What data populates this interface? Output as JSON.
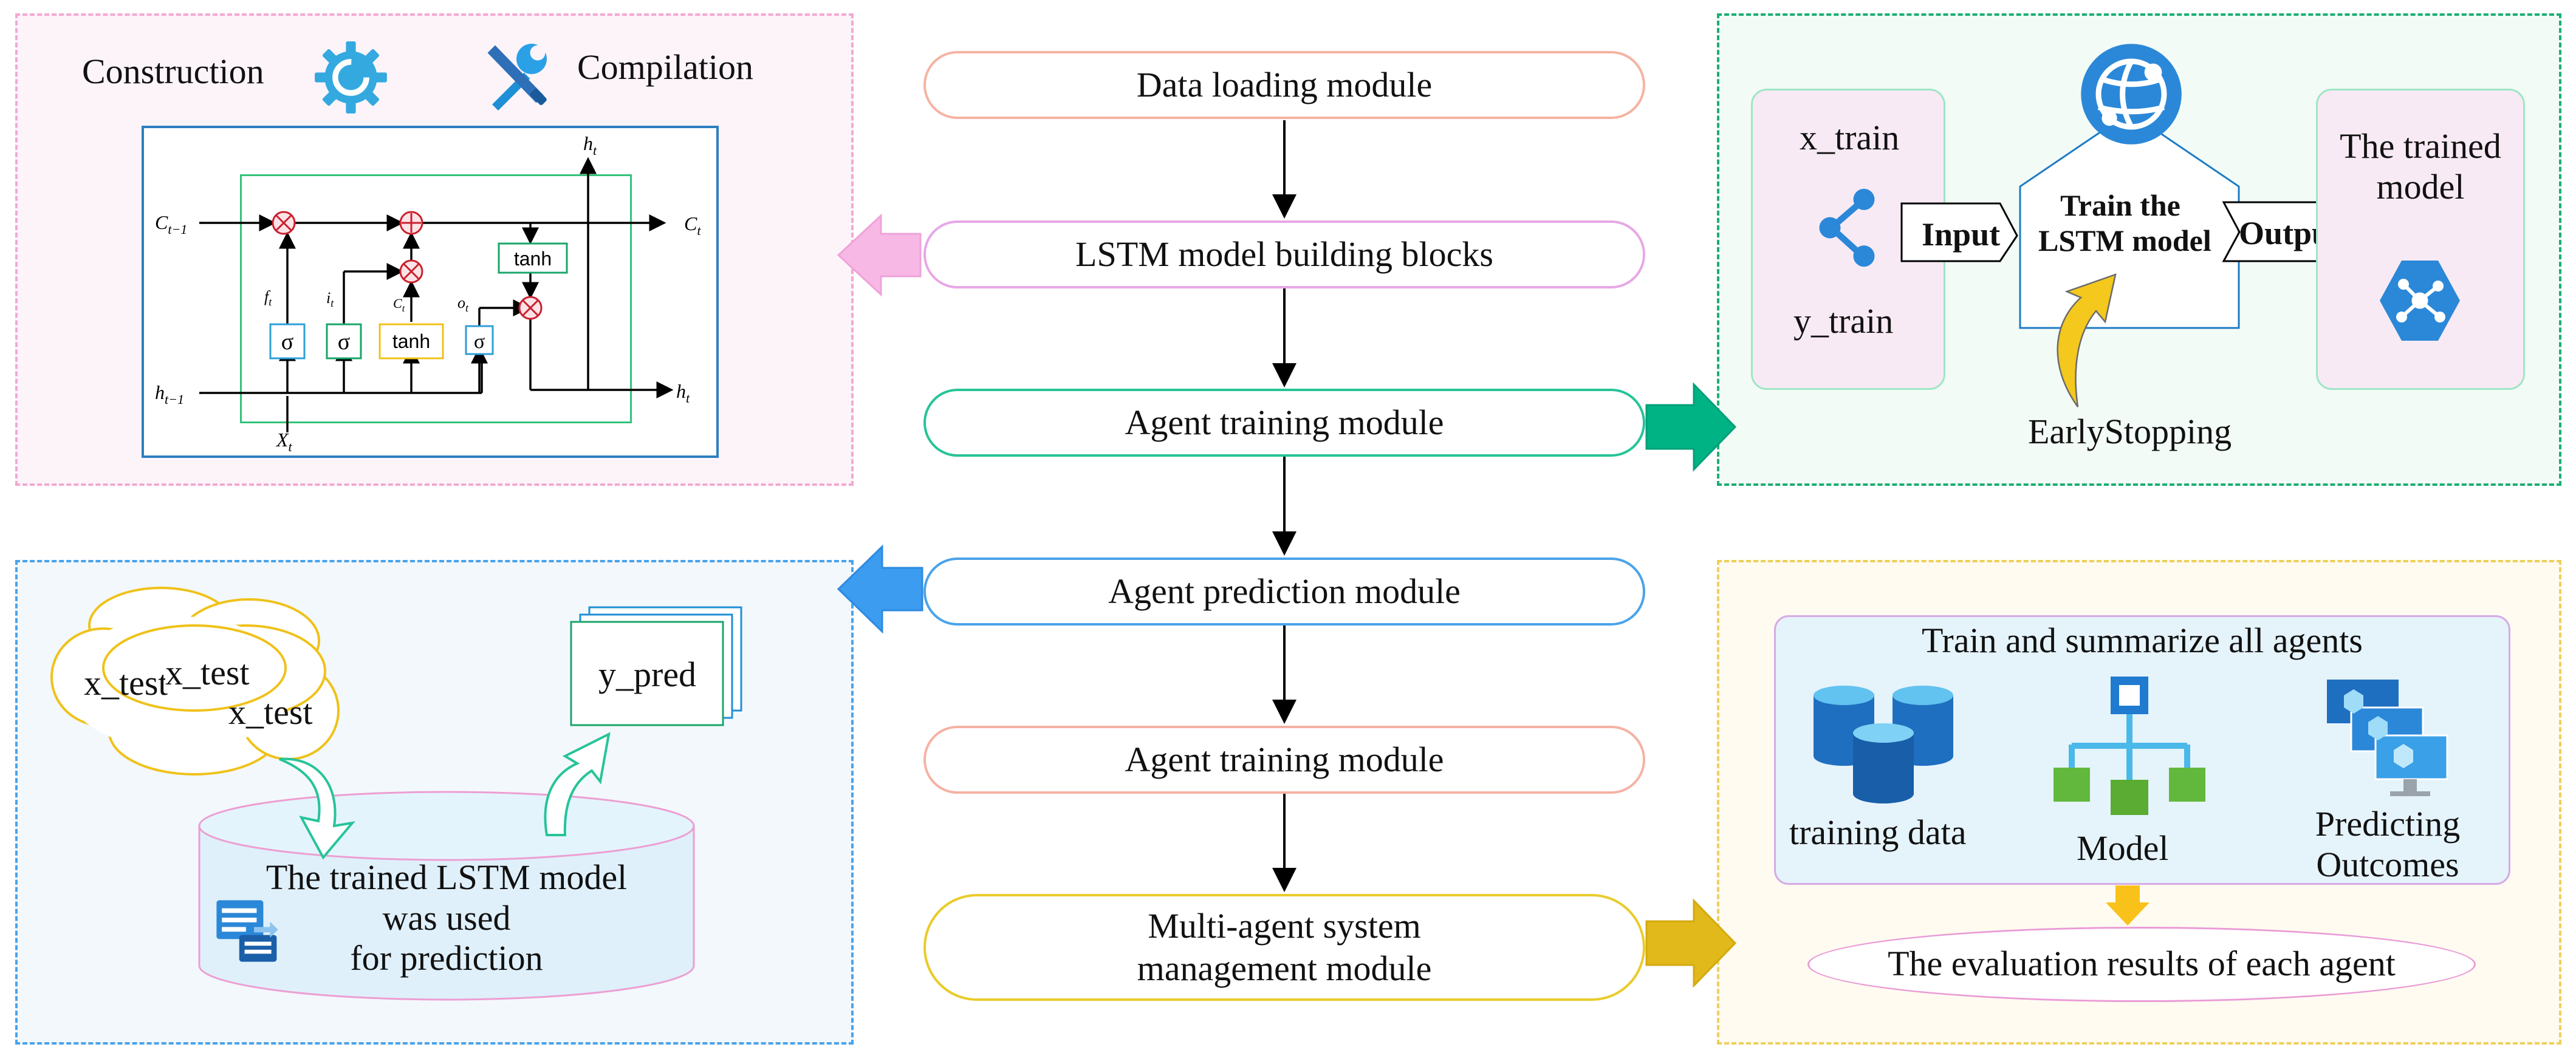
{
  "flow": {
    "module1": "Data loading module",
    "module2": "LSTM model building blocks",
    "module3": "Agent training module",
    "module4": "Agent prediction module",
    "module5": "Agent training module",
    "module6_line1": "Multi-agent system",
    "module6_line2": "management module"
  },
  "lstm_panel": {
    "construction": "Construction",
    "compilation": "Compilation",
    "cell": {
      "c_prev": "C",
      "c_prev_sub": "t−1",
      "c_next": "C",
      "c_next_sub": "t",
      "h_prev": "h",
      "h_prev_sub": "t−1",
      "h_out_top": "h",
      "h_out_top_sub": "t",
      "h_out_right": "h",
      "h_out_right_sub": "t",
      "x_in": "X",
      "x_in_sub": "t",
      "f": "f",
      "f_sub": "t",
      "i": "i",
      "i_sub": "t",
      "c_tilde": "C",
      "c_tilde_sub": "t",
      "o": "o",
      "o_sub": "t",
      "sigma": "σ",
      "tanh": "tanh"
    }
  },
  "train_panel": {
    "x_train": "x_train",
    "y_train": "y_train",
    "input": "Input",
    "train_line1": "Train the",
    "train_line2": "LSTM model",
    "output": "Output",
    "trained_line1": "The trained",
    "trained_line2": "model",
    "early_stopping": "EarlyStopping"
  },
  "predict_panel": {
    "x_test_1": "x_test",
    "x_test_2": "x_test",
    "x_test_3": "x_test",
    "y_pred": "y_pred",
    "model_line1": "The trained LSTM model",
    "model_line2": "was used",
    "model_line3": "for prediction"
  },
  "summary_panel": {
    "title": "Train and summarize all agents",
    "training_data": "training data",
    "model": "Model",
    "predicting_line1": "Predicting",
    "predicting_line2": "Outcomes",
    "evaluation": "The evaluation results of each agent"
  },
  "colors": {
    "pink": "#f6b7c1",
    "violet": "#e3a6e6",
    "green": "#00b388",
    "blue": "#1e90ff",
    "salmon": "#f5b2a4",
    "gold": "#e8c21c",
    "azure_icon": "#2b88d8"
  },
  "icons": [
    "gear-icon",
    "tools-icon",
    "globe-icon",
    "share-icon",
    "hexagon-network-icon",
    "database-icon",
    "hierarchy-icon",
    "stacked-screens-icon",
    "document-icon"
  ]
}
